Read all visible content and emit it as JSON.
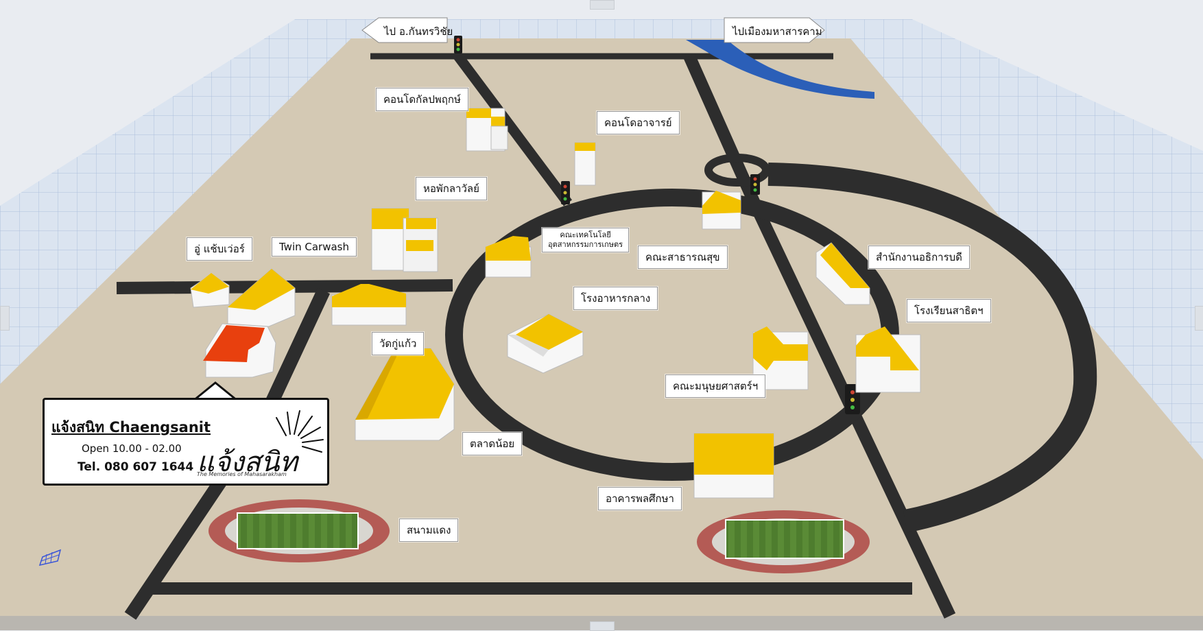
{
  "map": {
    "directions": {
      "left": "ไป อ.กันทรวิชัย",
      "right": "ไปเมืองมหาสารคาม"
    },
    "labels": {
      "condo_pluek": "คอนโดกัลปพฤกษ์",
      "condo_teacher": "คอนโดอาจารย์",
      "dorm_kulawan": "หอพักลาวัลย์",
      "tech_faculty_line1": "คณะเทคโนโลยี",
      "tech_faculty_line2": "อุตสาหกรรมการเกษตร",
      "public_health": "คณะสาธารณสุข",
      "central_canteen": "โรงอาหารกลาง",
      "humanities": "คณะมนุษยศาสตร์ฯ",
      "president_office": "สำนักงานอธิการบดี",
      "demo_school": "โรงเรียนสาธิตฯ",
      "garage": "อู่ แช้บเว่อร์",
      "carwash": "Twin Carwash",
      "temple": "วัดกู่แก้ว",
      "market": "ตลาดน้อย",
      "sports_building": "อาคารพลศึกษา",
      "red_stadium": "สนามแดง"
    },
    "promo": {
      "title": "แจ้งสนิท Chaengsanit",
      "hours": "Open 10.00 - 02.00",
      "tel": "Tel. 080 607 1644",
      "logo_text": "แจ้งสนิท",
      "tagline": "The Memories of Mahasarakham"
    },
    "colors": {
      "ground": "#d4c9b4",
      "grid_bg": "#dbe4f0",
      "road": "#2d2d2d",
      "roof": "#f2c200",
      "roof_dark": "#d9a800",
      "wall": "#f7f7f7",
      "highlight": "#e8400e",
      "river": "#2b5fb8",
      "field": "#4e7d2e",
      "track": "#b45b55"
    }
  }
}
